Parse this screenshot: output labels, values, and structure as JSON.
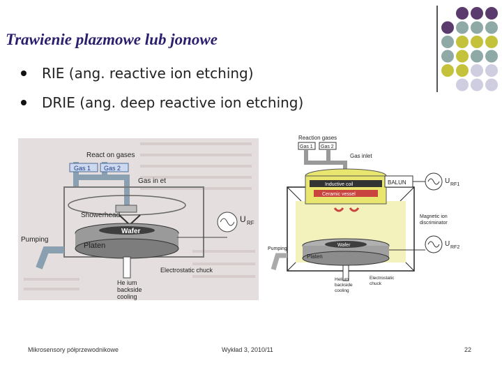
{
  "slide": {
    "title": "Trawienie plazmowe lub jonowe",
    "bullets": [
      "RIE (ang. reactive ion etching)",
      "DRIE (ang. deep reactive ion etching)"
    ]
  },
  "diagram_rie": {
    "reaction_gases": "React on gases",
    "gas1": "Gas 1",
    "gas2": "Gas 2",
    "gas_inlet": "Gas in et",
    "showerhead": "Showerhead",
    "wafer": "Wafer",
    "platen": "Platen",
    "pumping": "Pumping",
    "rf": "U",
    "rf_sub": "RF",
    "esc": "Electrostatic chuck",
    "helium": [
      "He ium",
      "backside",
      "cooling"
    ]
  },
  "diagram_drie": {
    "reaction_gases": "Reaction gases",
    "gas1": "Gas 1",
    "gas2": "Gas 2",
    "gas_inlet": "Gas inlet",
    "inductive_coil": "Inductive coil",
    "ceramic_vessel": "Ceramic vessel",
    "balun": "BALUN",
    "rf1": "U",
    "rf1_sub": "RF1",
    "rf2": "U",
    "rf2_sub": "RF2",
    "magnetic": [
      "Magnetic ion",
      "discriminator"
    ],
    "pumping": "Pumping",
    "wafer": "Wafer",
    "platen": "Platen",
    "helium": [
      "Helium",
      "backside",
      "cooling"
    ],
    "esc": [
      "Electrostatic",
      "chuck"
    ]
  },
  "footer": {
    "left": "Mikrosensory półprzewodnikowe",
    "center": "Wykład 3, 2010/11",
    "page": "22"
  },
  "colors": {
    "title": "#2a1f6e",
    "dot_purple": "#5b3a6e",
    "dot_teal": "#8fa9a6",
    "dot_olive": "#c3c23a",
    "dot_lavender": "#cfcde0"
  }
}
